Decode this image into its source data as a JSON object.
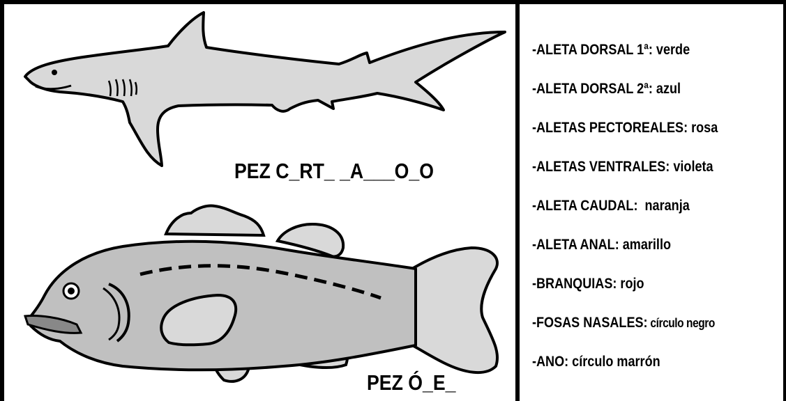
{
  "captions": {
    "shark": "PEZ C_RT_ _A___O_O",
    "bass": "PEZ Ó_E_"
  },
  "legend": [
    {
      "label": "-ALETA DORSAL 1ª:",
      "value": " verde"
    },
    {
      "label": "-ALETA DORSAL 2ª:",
      "value": " azul"
    },
    {
      "label": "-ALETAS PECTOREALES:",
      "value": " rosa"
    },
    {
      "label": "-ALETAS VENTRALES:",
      "value": " violeta"
    },
    {
      "label": "-ALETA CAUDAL:",
      "value": "  naranja"
    },
    {
      "label": "-ALETA ANAL:",
      "value": " amarillo"
    },
    {
      "label": "-BRANQUIAS:",
      "value": " rojo"
    },
    {
      "label": "-FOSAS NASALES:",
      "value": " círculo negro"
    },
    {
      "label": "-ANO:",
      "value": " círculo marrón"
    }
  ],
  "colors": {
    "shark_fill": "#d9d9d9",
    "bass_fill": "#c0c0c0",
    "bass_tail": "#d9d9d9",
    "outline": "#000000"
  }
}
